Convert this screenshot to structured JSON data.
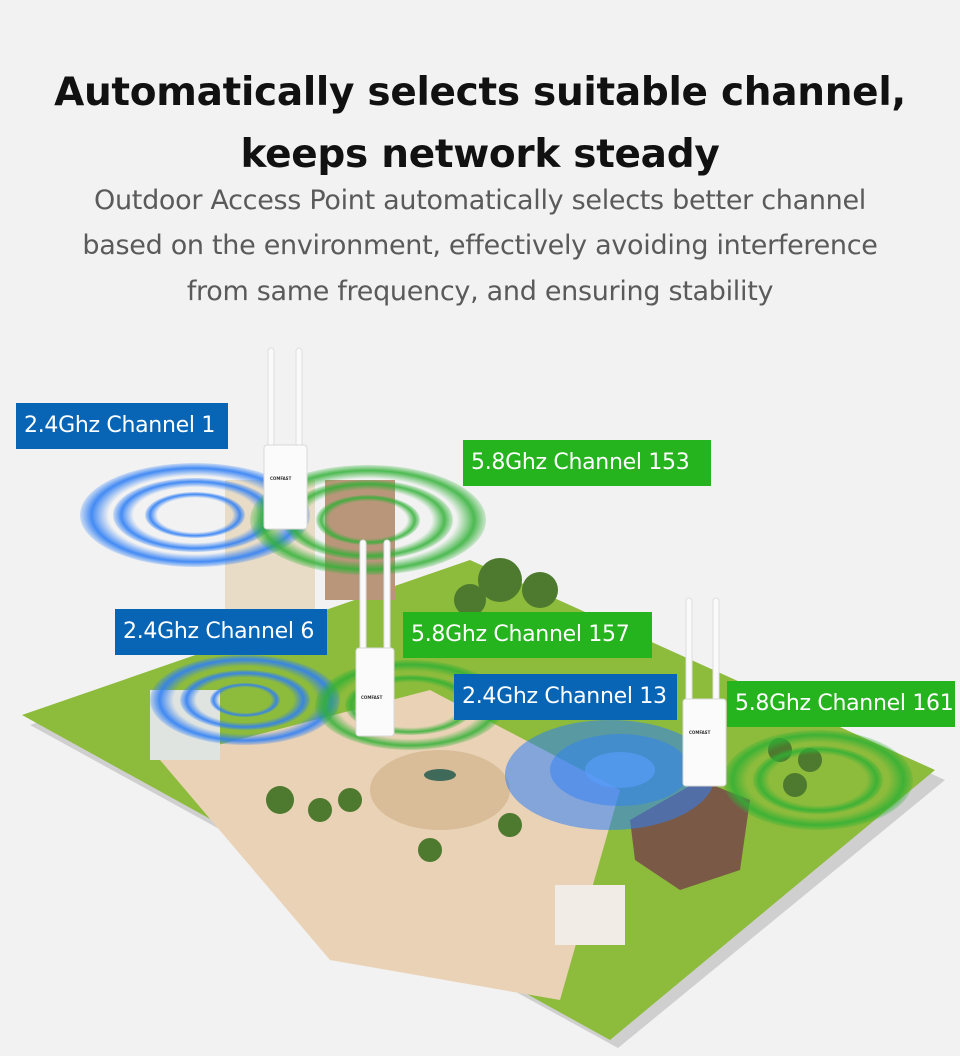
{
  "heading": {
    "line1": "Automatically selects suitable channel,",
    "line2": "keeps network steady"
  },
  "description": {
    "line1": "Outdoor Access Point automatically selects better channel",
    "line2": "based on the environment, effectively avoiding interference",
    "line3": "from same frequency, and ensuring stability"
  },
  "device_brand": "COMFAST",
  "labels": [
    {
      "text": "2.4Ghz Channel 1",
      "band": "2.4Ghz",
      "color": "#0865b6"
    },
    {
      "text": "5.8Ghz Channel 153",
      "band": "5.8Ghz",
      "color": "#25b31e"
    },
    {
      "text": "2.4Ghz Channel 6",
      "band": "2.4Ghz",
      "color": "#0865b6"
    },
    {
      "text": "5.8Ghz Channel 157",
      "band": "5.8Ghz",
      "color": "#25b31e"
    },
    {
      "text": "2.4Ghz Channel 13",
      "band": "2.4Ghz",
      "color": "#0865b6"
    },
    {
      "text": "5.8Ghz Channel 161",
      "band": "5.8Ghz",
      "color": "#25b31e"
    }
  ]
}
